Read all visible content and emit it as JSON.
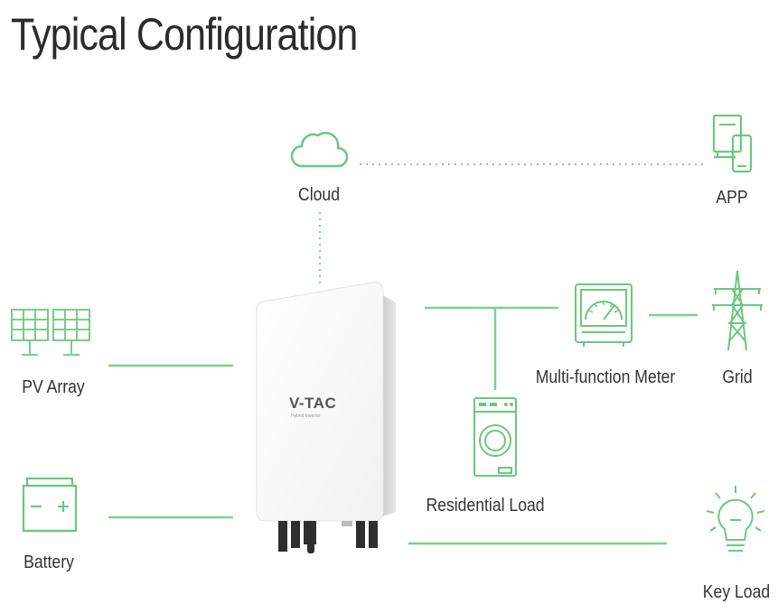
{
  "title": "Typical Configuration",
  "colors": {
    "accent": "#6cc77e",
    "line": "#7fd08e",
    "text": "#333333"
  },
  "nodes": {
    "cloud": {
      "label": "Cloud",
      "icon": "cloud-icon"
    },
    "app": {
      "label": "APP",
      "icon": "app-devices-icon"
    },
    "pv_array": {
      "label": "PV Array",
      "icon": "solar-panel-icon"
    },
    "battery": {
      "label": "Battery",
      "icon": "battery-icon"
    },
    "meter": {
      "label": "Multi-function Meter",
      "icon": "meter-icon"
    },
    "grid": {
      "label": "Grid",
      "icon": "power-tower-icon"
    },
    "residential_load": {
      "label": "Residential Load",
      "icon": "washing-machine-icon"
    },
    "key_load": {
      "label": "Key Load",
      "icon": "light-bulb-icon"
    }
  },
  "inverter": {
    "brand": "V-TAC",
    "subtitle": "Hybrid Inverter"
  }
}
